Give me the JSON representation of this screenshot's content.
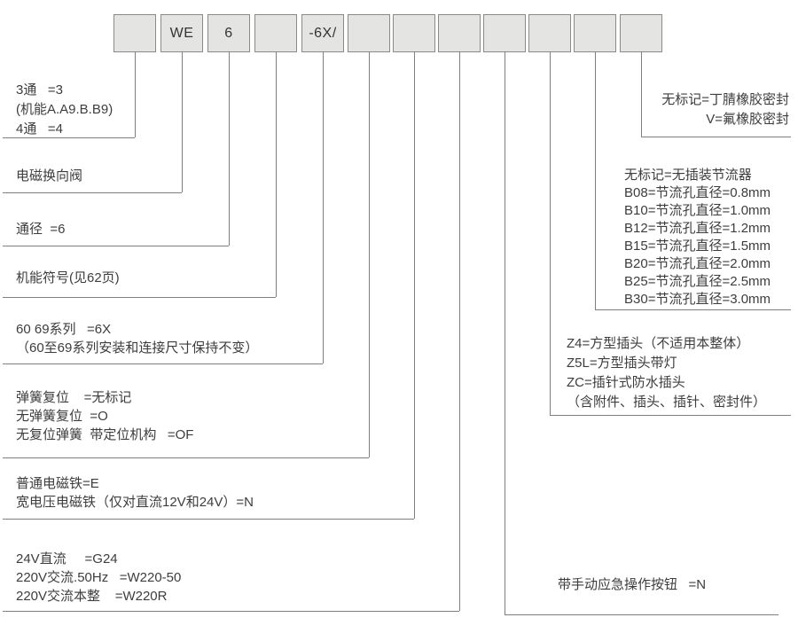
{
  "code_boxes": [
    "",
    "WE",
    "6",
    "",
    "-6X/",
    "",
    "",
    "",
    "",
    "",
    "",
    ""
  ],
  "left_notes": [
    [
      "3通   =3",
      "(机能A.A9.B.B9)",
      "4通   =4"
    ],
    [
      "电磁换向阀"
    ],
    [
      "通径  =6"
    ],
    [
      "机能符号(见62页)"
    ],
    [
      "60 69系列   =6X",
      "（60至69系列安装和连接尺寸保持不变）"
    ],
    [
      "弹簧复位    =无标记",
      "无弹簧复位  =O",
      "无复位弹簧  带定位机构   =OF"
    ],
    [
      "普通电磁铁=E",
      "宽电压电磁铁（仅对直流12V和24V）=N"
    ],
    [
      "24V直流     =G24",
      "220V交流.50Hz   =W220-50",
      "220V交流本整    =W220R"
    ]
  ],
  "right_notes": [
    [
      "无标记=丁腈橡胶密封",
      "V=氟橡胶密封"
    ],
    [
      "无标记=无插装节流器",
      "B08=节流孔直径=0.8mm",
      "B10=节流孔直径=1.0mm",
      "B12=节流孔直径=1.2mm",
      "B15=节流孔直径=1.5mm",
      "B20=节流孔直径=2.0mm",
      "B25=节流孔直径=2.5mm",
      "B30=节流孔直径=3.0mm"
    ],
    [
      "Z4=方型插头（不适用本整体）",
      "Z5L=方型插头带灯",
      "ZC=插针式防水插头",
      "（含附件、插头、插针、密封件）"
    ],
    [
      "带手动应急操作按钮   =N"
    ]
  ],
  "colors": {
    "box_fill": "#e4e4e2",
    "box_border": "#8a8a8a",
    "leader_line": "#7f7f7f",
    "text": "#3d3d3d"
  }
}
